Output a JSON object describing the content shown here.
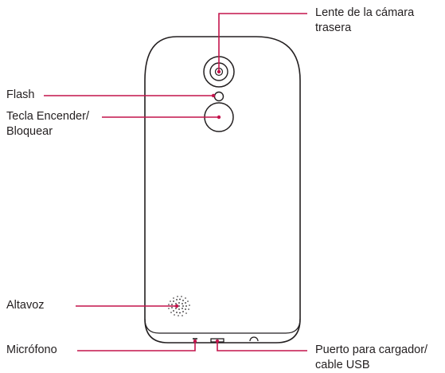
{
  "labels": {
    "rear_camera_lens": [
      "Lente de la cámara",
      "trasera"
    ],
    "flash": "Flash",
    "power_lock_key": [
      "Tecla Encender/",
      "Bloquear"
    ],
    "speaker": "Altavoz",
    "microphone": "Micrófono",
    "charger_port": [
      "Puerto para cargador/",
      "cable USB"
    ]
  },
  "colors": {
    "leader_line": "#c4144c",
    "outline": "#231f20",
    "text": "#231f20",
    "background": "#ffffff"
  }
}
